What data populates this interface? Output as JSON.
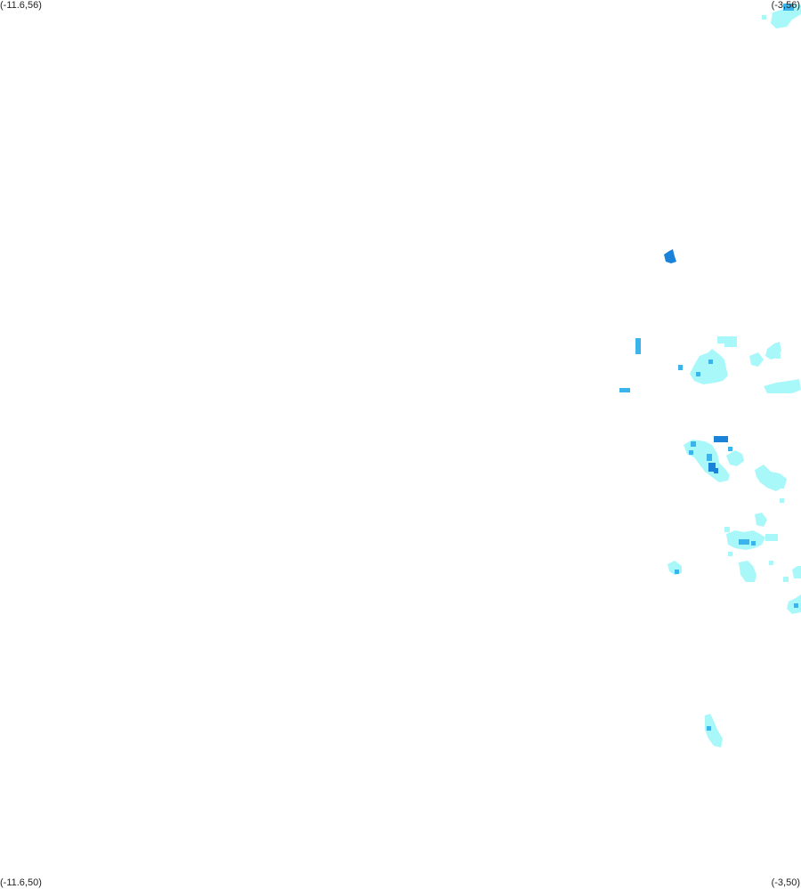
{
  "corner_labels": {
    "top_left": "(-11.6,56)",
    "top_right": "(-3,56)",
    "bottom_left": "(-11.6,50)",
    "bottom_right": "(-3,50)"
  },
  "bounds": {
    "lon_min": -11.6,
    "lon_max": -3,
    "lat_min": 50,
    "lat_max": 56
  },
  "colors": {
    "background": "#ffffff",
    "light_intensity": "#a8f8fa",
    "medium_intensity": "#3bb4ec",
    "high_intensity": "#1a82d8"
  }
}
